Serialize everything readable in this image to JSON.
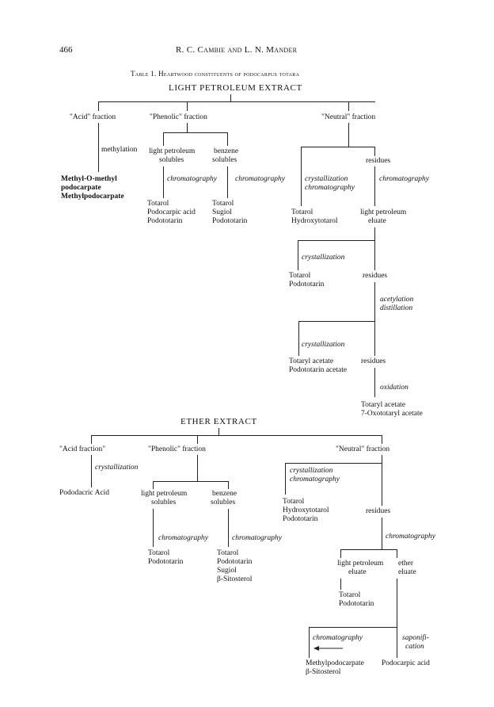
{
  "header": {
    "page_number": "466",
    "authors": "R. C. Cambie and L. N. Mander"
  },
  "table_title": "Table 1. Heartwood constituents of podocarpus totara",
  "petroleum": {
    "title": "LIGHT PETROLEUM EXTRACT",
    "acid": {
      "label": "\"Acid\" fraction",
      "step": "methylation",
      "products": [
        "Methyl-O-methyl",
        "podocarpate",
        "Methylpodocarpate"
      ]
    },
    "phenolic": {
      "label": "\"Phenolic\" fraction",
      "lp_solubles": [
        "light petroleum",
        "solubles"
      ],
      "bz_solubles": [
        "benzene",
        "solubles"
      ],
      "chrom1": "chromatography",
      "chrom2": "chromatography",
      "lp_products": [
        "Totarol",
        "Podocarpic acid",
        "Podototarin"
      ],
      "bz_products": [
        "Totarol",
        "Sugiol",
        "Podototarin"
      ]
    },
    "neutral": {
      "label": "\"Neutral\" fraction",
      "residues1": "residues",
      "cryst_chrom": [
        "crystallization",
        "chromatography"
      ],
      "chrom": "chromatography",
      "prod1": [
        "Totarol",
        "Hydroxytotarol"
      ],
      "lp_eluate": [
        "light petroleum",
        "eluate"
      ],
      "cryst2": "crystallization",
      "prod2": [
        "Totarol",
        "Podototarin"
      ],
      "residues2": "residues",
      "acet_dist": [
        "acetylation",
        "distillation"
      ],
      "cryst3": "crystallization",
      "prod3": [
        "Totaryl acetate",
        "Podototarin acetate"
      ],
      "residues3": "residues",
      "oxidation": "oxidation",
      "prod4": [
        "Totaryl acetate",
        "7-Oxototaryl acetate"
      ]
    }
  },
  "ether": {
    "title": "ETHER EXTRACT",
    "acid": {
      "label": "\"Acid fraction\"",
      "step": "crystallization",
      "product": "Pododacric Acid"
    },
    "phenolic": {
      "label": "\"Phenolic\" fraction",
      "lp_solubles": [
        "light petroleum",
        "solubles"
      ],
      "bz_solubles": [
        "benzene",
        "solubles"
      ],
      "chrom1": "chromatography",
      "chrom2": "chromatography",
      "lp_products": [
        "Totarol",
        "Podototarin"
      ],
      "bz_products": [
        "Totarol",
        "Podototarin",
        "Sugiol",
        "β-Sitosterol"
      ]
    },
    "neutral": {
      "label": "\"Neutral\" fraction",
      "cryst_chrom": [
        "crystallization",
        "chromatography"
      ],
      "prod1": [
        "Totarol",
        "Hydroxytotarol",
        "Podototarin"
      ],
      "residues": "residues",
      "chrom": "chromatography",
      "lp_eluate": [
        "light petroleum",
        "eluate"
      ],
      "ether_eluate": [
        "ether",
        "eluate"
      ],
      "prod2": [
        "Totarol",
        "Podototarin"
      ],
      "chrom2": "chromatography",
      "saponif": [
        "saponifi-",
        "cation"
      ],
      "prod3": [
        "Methylpodocarpate",
        "β-Sitosterol"
      ],
      "prod4": "Podocarpic acid"
    }
  }
}
